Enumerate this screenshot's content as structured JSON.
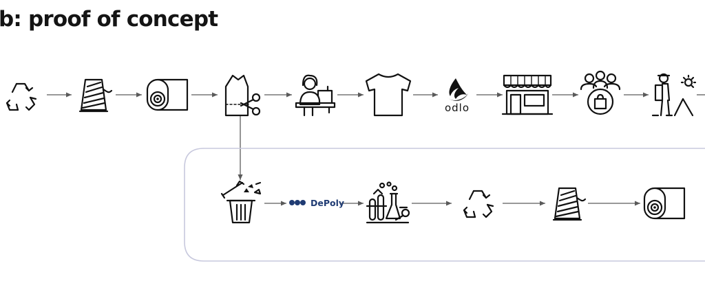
{
  "title": "b: proof of concept",
  "brands": {
    "odlo": "odlo",
    "depoly": "DePoly"
  },
  "colors": {
    "frame": "#c7c8dd",
    "depoly": "#1f3b73",
    "icon": "#111111"
  },
  "main_flow": [
    {
      "icon": "recycle-icon"
    },
    {
      "icon": "yarn-spool-icon"
    },
    {
      "icon": "fabric-roll-icon"
    },
    {
      "icon": "pattern-cutting-icon"
    },
    {
      "icon": "sewing-worker-icon"
    },
    {
      "icon": "tshirt-icon"
    },
    {
      "icon": "odlo-logo"
    },
    {
      "icon": "store-icon"
    },
    {
      "icon": "customers-shopping-icon"
    },
    {
      "icon": "hiker-outdoor-icon"
    }
  ],
  "recycling_flow": [
    {
      "icon": "trash-bin-icon"
    },
    {
      "icon": "depoly-logo"
    },
    {
      "icon": "chemistry-lab-icon"
    },
    {
      "icon": "recycle-icon"
    },
    {
      "icon": "yarn-spool-icon"
    },
    {
      "icon": "fabric-roll-icon"
    }
  ]
}
